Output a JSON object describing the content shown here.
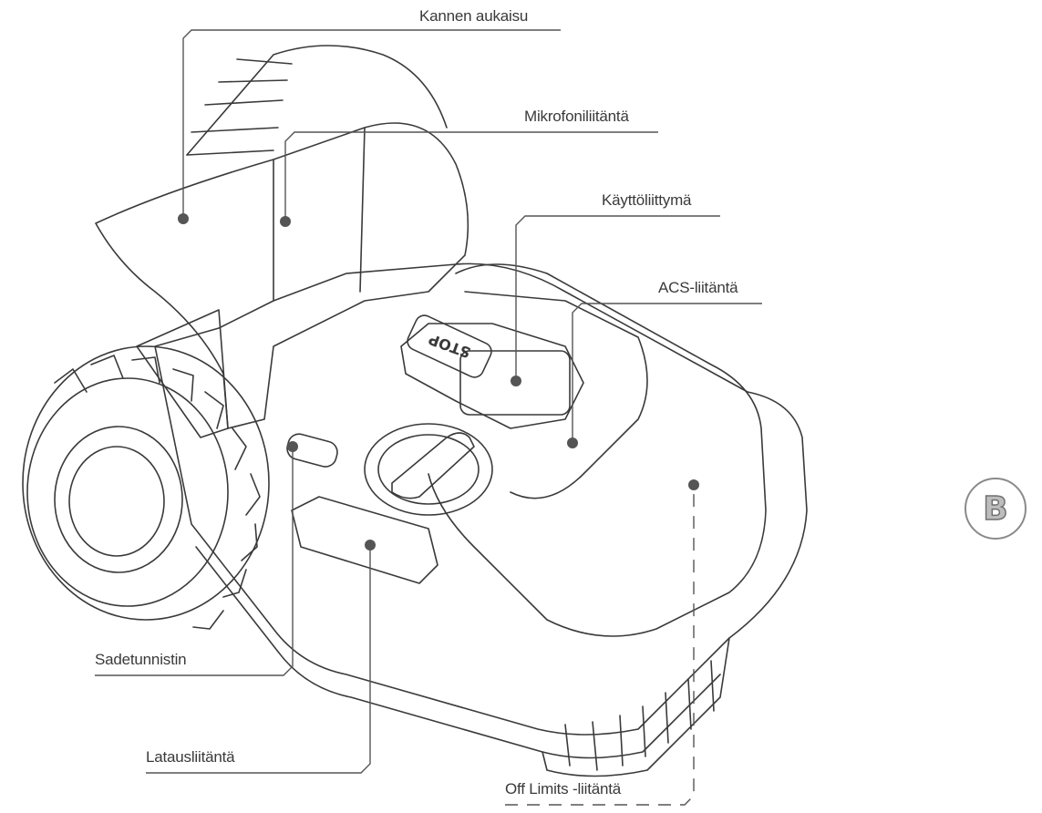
{
  "labels": {
    "lid_release": "Kannen aukaisu",
    "microphone_port": "Mikrofoniliitäntä",
    "user_interface": "Käyttöliittymä",
    "acs_port": "ACS-liitäntä",
    "rain_sensor": "Sadetunnistin",
    "charging_port": "Latausliitäntä",
    "off_limits_port": "Off Limits -liitäntä"
  },
  "stop_button_text": "STOP",
  "figure_badge": "B",
  "colors": {
    "line": "#555555",
    "outline": "#3a3a3a",
    "dot": "#555555",
    "badge_border": "#8a8a8a"
  }
}
